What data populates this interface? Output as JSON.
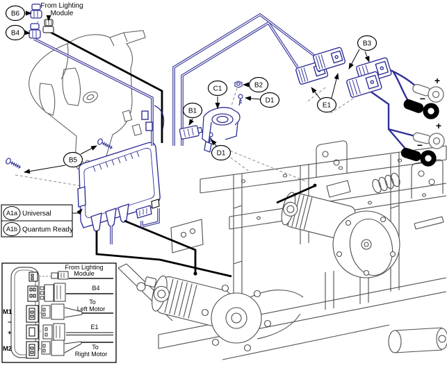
{
  "callouts": {
    "b6": "B6",
    "b4": "B4",
    "b5": "B5",
    "b1": "B1",
    "b2": "B2",
    "b3": "B3",
    "c1": "C1",
    "d1": "D1",
    "e1": "E1"
  },
  "top_labels": {
    "from_lighting_1": "From Lighting",
    "from_lighting_2": "Module"
  },
  "battery": {
    "plus": "+",
    "minus": "−"
  },
  "legend": {
    "rows": [
      {
        "id": "A1a",
        "label": "Universal"
      },
      {
        "id": "A1b",
        "label": "Quantum Ready"
      }
    ]
  },
  "inset": {
    "m1": "M1",
    "m2": "M2",
    "minus": "−",
    "plus": "+",
    "rows": [
      {
        "l1": "From Lighting",
        "l2": "Module"
      },
      {
        "l1": "B4",
        "l2": ""
      },
      {
        "l1": "To",
        "l2": "Left Motor"
      },
      {
        "l1": "E1",
        "l2": ""
      },
      {
        "l1": "To",
        "l2": "Right Motor"
      }
    ]
  },
  "colors": {
    "wire_blue": "#2f2f96",
    "wire_black": "#000000",
    "line_grey": "#4d4d4d"
  }
}
